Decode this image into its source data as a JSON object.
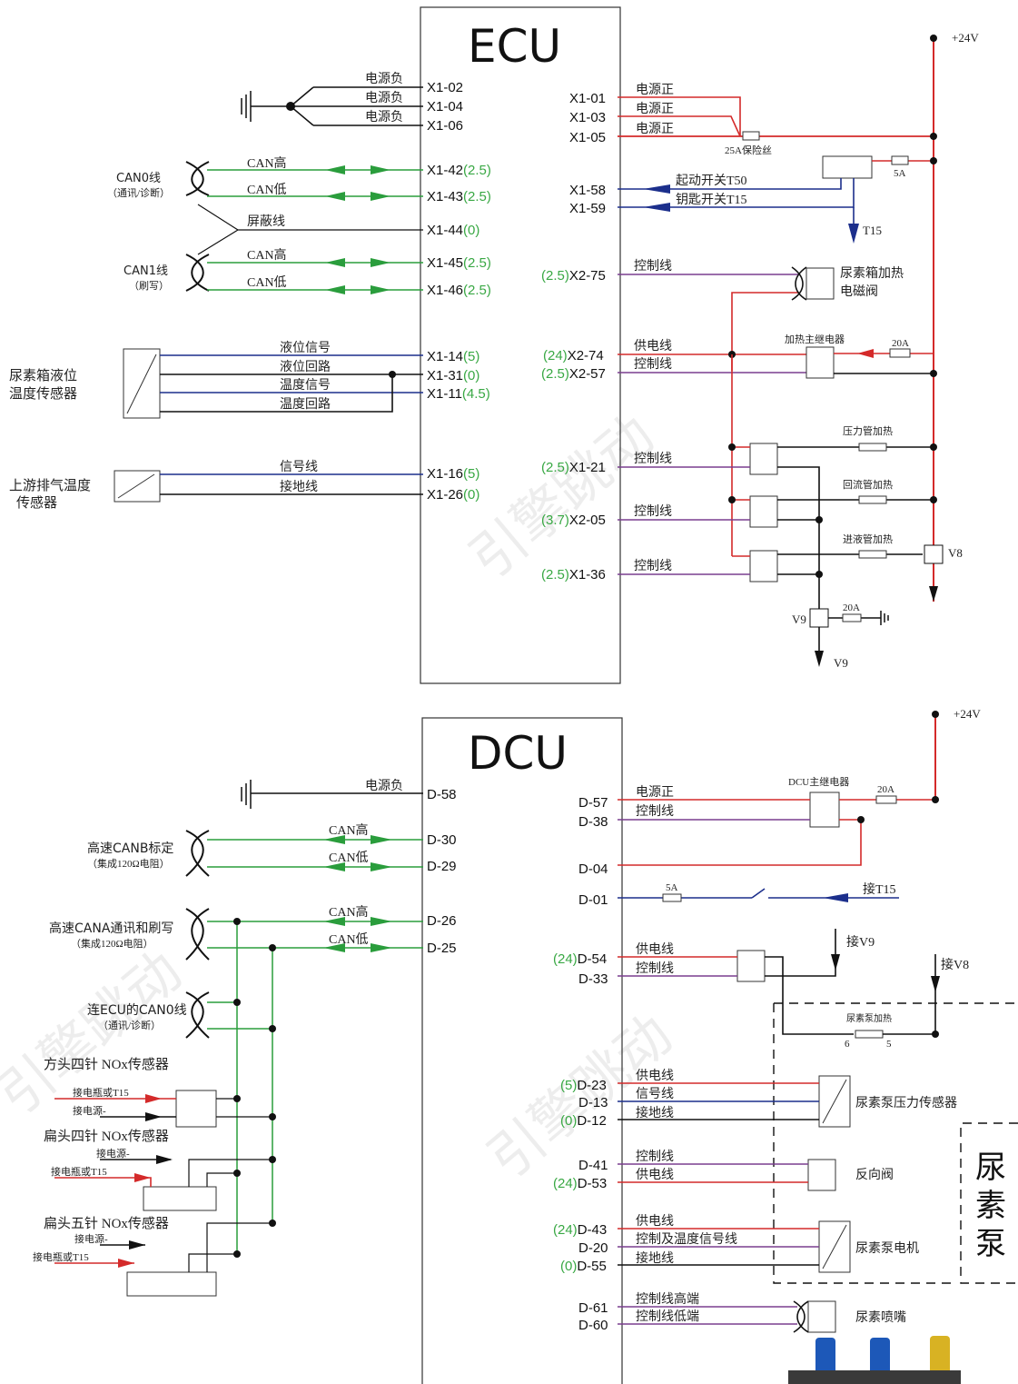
{
  "ecu": {
    "title": "ECU",
    "left_pins": [
      {
        "id": "X1-02",
        "label": "电源负"
      },
      {
        "id": "X1-04",
        "label": "电源负"
      },
      {
        "id": "X1-06",
        "label": "电源负"
      },
      {
        "id": "X1-42",
        "suffix": "(2.5)",
        "label": "CAN高"
      },
      {
        "id": "X1-43",
        "suffix": "(2.5)",
        "label": "CAN低"
      },
      {
        "id": "X1-44",
        "suffix": "(0)",
        "label": "屏蔽线"
      },
      {
        "id": "X1-45",
        "suffix": "(2.5)",
        "label": "CAN高"
      },
      {
        "id": "X1-46",
        "suffix": "(2.5)",
        "label": "CAN低"
      },
      {
        "id": "X1-14",
        "suffix": "(5)",
        "label": "液位信号"
      },
      {
        "id": "X1-31",
        "suffix": "(0)",
        "label": "液位回路"
      },
      {
        "id": "X1-11",
        "suffix": "(4.5)",
        "label": "温度信号"
      },
      {
        "label": "温度回路"
      },
      {
        "id": "X1-16",
        "suffix": "(5)",
        "label": "信号线"
      },
      {
        "id": "X1-26",
        "suffix": "(0)",
        "label": "接地线"
      }
    ],
    "right_pins": [
      {
        "id": "X1-01",
        "label": "电源正"
      },
      {
        "id": "X1-03",
        "label": "电源正"
      },
      {
        "id": "X1-05",
        "label": "电源正"
      },
      {
        "id": "X1-58",
        "label": "起动开关T50"
      },
      {
        "id": "X1-59",
        "label": "钥匙开关T15"
      },
      {
        "id": "X2-75",
        "prefix": "(2.5)",
        "label": "控制线"
      },
      {
        "id": "X2-74",
        "prefix": "(24)",
        "label": "供电线"
      },
      {
        "id": "X2-57",
        "prefix": "(2.5)",
        "label": "控制线"
      },
      {
        "id": "X1-21",
        "prefix": "(2.5)",
        "label": "控制线"
      },
      {
        "id": "X2-05",
        "prefix": "(3.7)",
        "label": "控制线"
      },
      {
        "id": "X1-36",
        "prefix": "(2.5)",
        "label": "控制线"
      }
    ],
    "left_components": {
      "can0": "CAN0线",
      "can0_sub": "（通讯/诊断）",
      "can1": "CAN1线",
      "can1_sub": "（刷写）",
      "level_temp_sensor_1": "尿素箱液位",
      "level_temp_sensor_2": "温度传感器",
      "exhaust_temp_sensor_1": "上游排气温度",
      "exhaust_temp_sensor_2": "传感器"
    },
    "right_components": {
      "supply": "+24V",
      "fuse_25a": "25A保险丝",
      "fuse_5a": "5A",
      "t15": "T15",
      "tank_heater_valve_1": "尿素箱加热",
      "tank_heater_valve_2": "电磁阀",
      "main_heater_relay": "加热主继电器",
      "fuse_20a": "20A",
      "pressure_pipe_heater": "压力管加热",
      "return_pipe_heater": "回流管加热",
      "inlet_pipe_heater": "进液管加热",
      "v8": "V8",
      "v9": "V9",
      "v9_fuse": "20A"
    }
  },
  "dcu": {
    "title": "DCU",
    "left_pins": [
      {
        "id": "D-58",
        "label": "电源负"
      },
      {
        "id": "D-30",
        "label": "CAN高"
      },
      {
        "id": "D-29",
        "label": "CAN低"
      },
      {
        "id": "D-26",
        "label": "CAN高"
      },
      {
        "id": "D-25",
        "label": "CAN低"
      }
    ],
    "right_pins": [
      {
        "id": "D-57",
        "label": "电源正"
      },
      {
        "id": "D-38",
        "label": "控制线"
      },
      {
        "id": "D-04"
      },
      {
        "id": "D-01"
      },
      {
        "id": "D-54",
        "prefix": "(24)",
        "label": "供电线"
      },
      {
        "id": "D-33",
        "label": "控制线"
      },
      {
        "id": "D-23",
        "prefix": "(5)",
        "label": "供电线"
      },
      {
        "id": "D-13",
        "label": "信号线"
      },
      {
        "id": "D-12",
        "prefix": "(0)",
        "label": "接地线"
      },
      {
        "id": "D-41",
        "label": "控制线"
      },
      {
        "id": "D-53",
        "prefix": "(24)",
        "label": "供电线"
      },
      {
        "id": "D-43",
        "prefix": "(24)",
        "label": "供电线"
      },
      {
        "id": "D-20",
        "label": "控制及温度信号线"
      },
      {
        "id": "D-55",
        "prefix": "(0)",
        "label": "接地线"
      },
      {
        "id": "D-61",
        "label": "控制线高端"
      },
      {
        "id": "D-60",
        "label": "控制线低端"
      }
    ],
    "left_components": {
      "canb_1": "高速CANB标定",
      "canb_2": "（集成120Ω电阻）",
      "cana_1": "高速CANA通讯和刷写",
      "cana_2": "（集成120Ω电阻）",
      "ecu_can0_1": "连ECU的CAN0线",
      "ecu_can0_2": "（通讯/诊断）",
      "nox_square4": "方头四针  NOx传感器",
      "nox_flat4": "扁头四针  NOx传感器",
      "nox_flat5": "扁头五针  NOx传感器",
      "bat_t15": "接电瓶或T15",
      "bat_neg": "接电源-",
      "bat_neg2": "接电源-"
    },
    "right_components": {
      "supply": "+24V",
      "main_relay": "DCU主继电器",
      "fuse_20a": "20A",
      "fuse_5a": "5A",
      "t15": "接T15",
      "v9": "接V9",
      "v8": "接V8",
      "pump_heater": "尿素泵加热",
      "pump_heater_pin6": "6",
      "pump_heater_pin5": "5",
      "pump_pressure_sensor": "尿素泵压力传感器",
      "reverse_valve": "反向阀",
      "pump_motor": "尿素泵电机",
      "nozzle": "尿素喷嘴",
      "pump_group_1": "尿",
      "pump_group_2": "素",
      "pump_group_3": "泵"
    }
  },
  "colors": {
    "red": "#d42a2a",
    "blue": "#1c2f8c",
    "green": "#2a9d3c",
    "purple": "#7a3f8f",
    "black": "#111111",
    "pin_value": "#39a844"
  }
}
